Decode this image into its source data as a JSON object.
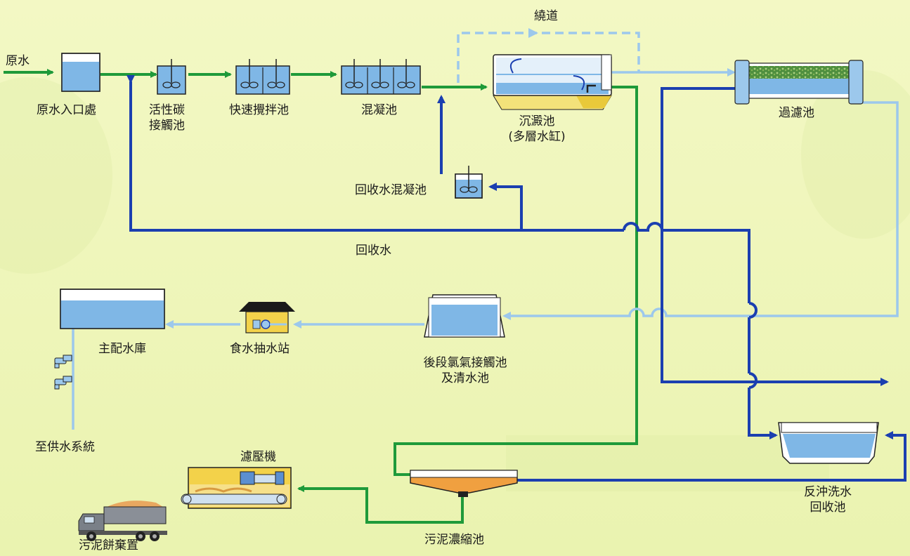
{
  "labels": {
    "raw_water": "原水",
    "intake": "原水入口處",
    "carbon_tank": "活性碳\n接觸池",
    "rapid_mix": "快速攪拌池",
    "coag_tank": "混凝池",
    "bypass": "繞道",
    "sed_tank": "沉澱池\n(多層水缸)",
    "filter": "過濾池",
    "recycled_coag": "回收水混凝池",
    "recycled_water": "回收水",
    "main_reservoir": "主配水庫",
    "pump_station": "食水抽水站",
    "contact_tank": "後段氯氣接觸池\n及清水池",
    "supply_system": "至供水系統",
    "filter_press": "濾壓機",
    "sludge_disposal": "污泥餅棄置",
    "thickener": "污泥濃縮池",
    "backwash_tank": "反沖洗水\n回收池"
  },
  "colors": {
    "green_flow": "#1f9a3a",
    "blue_flow": "#1b3fb0",
    "light_blue_flow": "#9cc8ec",
    "water": "#7fb7e6",
    "sludge": "#f0a040",
    "background": "#eef5b8"
  }
}
